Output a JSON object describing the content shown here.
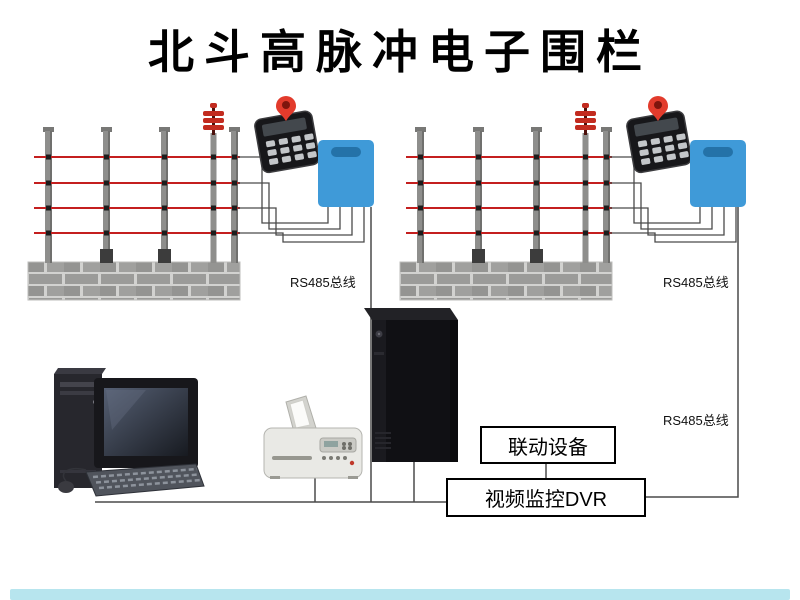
{
  "title": "北斗高脉冲电子围栏",
  "labels": {
    "rs485_left": "RS485总线",
    "rs485_right": "RS485总线",
    "rs485_bottom": "RS485总线"
  },
  "nodes": {
    "linkage_device": "联动设备",
    "dvr": "视频监控DVR"
  },
  "icons": {
    "location_pin": "map-pin"
  },
  "colors": {
    "control_box": "#3f9ad8",
    "control_box_slot": "#2472a8",
    "wire_red": "#c41f1f",
    "line_gray": "#4a4a4a",
    "footer_bar": "#b7e5ee",
    "pin_red": "#e23b2c"
  }
}
